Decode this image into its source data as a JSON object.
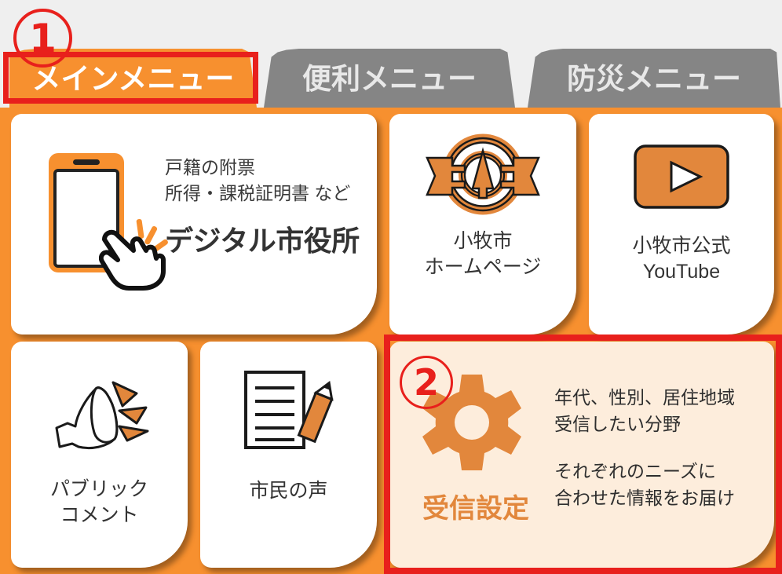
{
  "colors": {
    "accent_orange": "#f7902f",
    "icon_orange": "#e2873c",
    "highlight_red": "#e8201c",
    "tab_inactive_grey": "#858585",
    "strip_background": "#efefef",
    "card_white": "#ffffff",
    "settings_card_cream": "#fdeddc",
    "text_dark": "#333333"
  },
  "markers": {
    "one": "1",
    "two": "2"
  },
  "tabs": [
    {
      "id": "main",
      "label": "メインメニュー",
      "state": "active"
    },
    {
      "id": "benri",
      "label": "便利メニュー",
      "state": "inactive"
    },
    {
      "id": "bousai",
      "label": "防災メニュー",
      "state": "inactive"
    }
  ],
  "cards": {
    "digital": {
      "icons": [
        "smartphone-icon",
        "pointing-hand-icon",
        "tap-sparkle-icon"
      ],
      "line1": "戸籍の附票",
      "line2": "所得・課税証明書 など",
      "title": "デジタル市役所"
    },
    "homepage": {
      "icon": "komaki-city-emblem-icon",
      "label_line1": "小牧市",
      "label_line2": "ホームページ"
    },
    "youtube": {
      "icon": "youtube-play-icon",
      "label_line1": "小牧市公式",
      "label_line2": "YouTube"
    },
    "public_comment": {
      "icon": "megaphone-icon",
      "label_line1": "パブリック",
      "label_line2": "コメント"
    },
    "citizen_voice": {
      "icon": "document-pencil-icon",
      "label_line1": "市民の声",
      "label_line2": ""
    },
    "settings": {
      "icon": "gear-icon",
      "label": "受信設定",
      "desc_line1": "年代、性別、居住地域",
      "desc_line2": "受信したい分野",
      "desc_line3": "それぞれのニーズに",
      "desc_line4": "合わせた情報をお届け"
    }
  }
}
